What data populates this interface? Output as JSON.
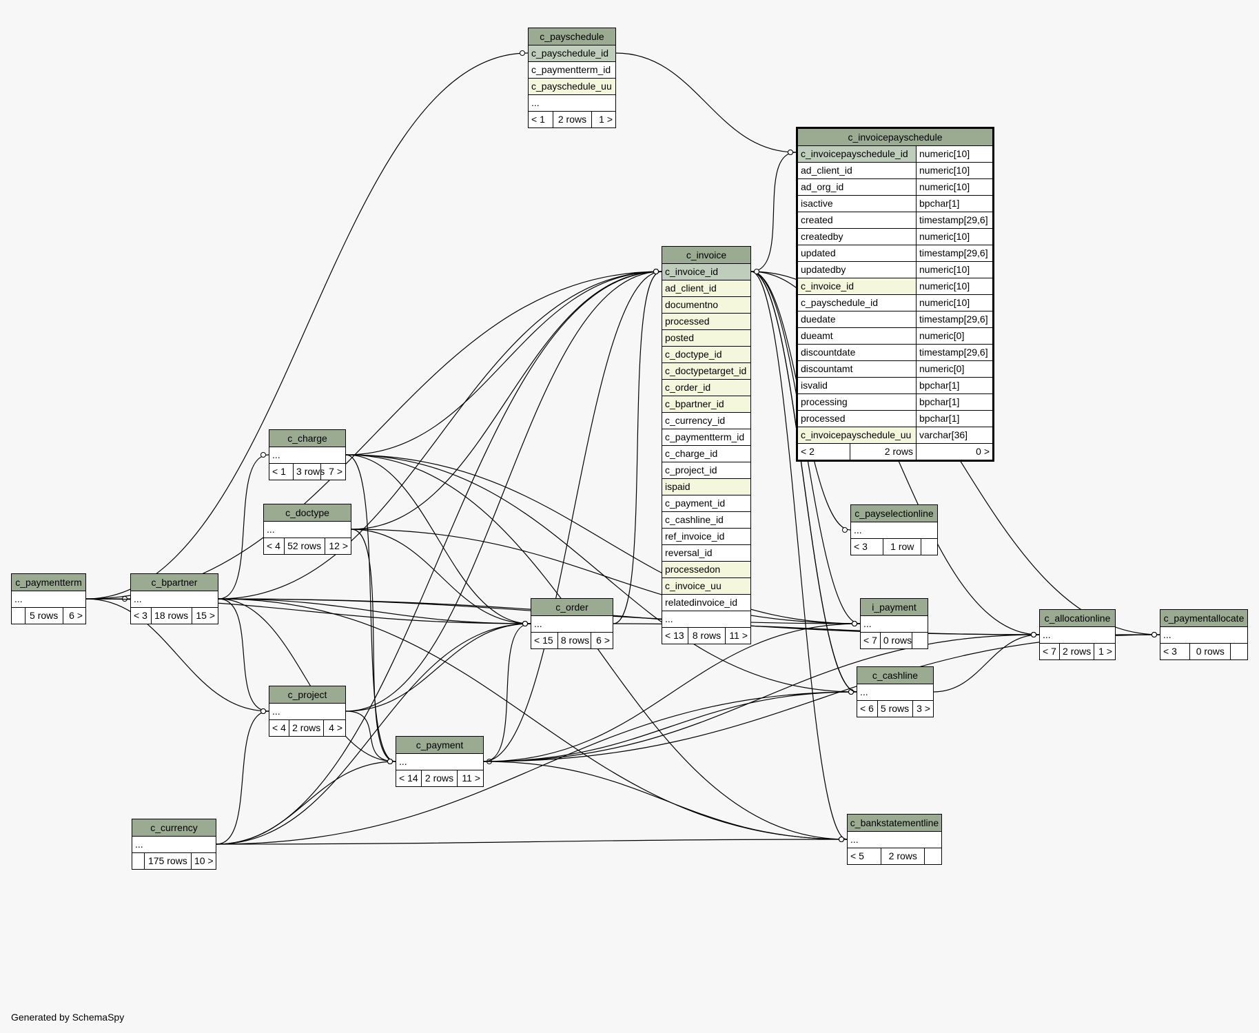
{
  "credit": "Generated by SchemaSpy",
  "tables": {
    "c_payschedule": {
      "name": "c_payschedule",
      "columns": [
        {
          "name": "c_payschedule_id",
          "style": "pk"
        },
        {
          "name": "c_paymentterm_id",
          "style": ""
        },
        {
          "name": "c_payschedule_uu",
          "style": "idx"
        },
        {
          "name": "...",
          "style": ""
        }
      ],
      "footer": [
        "< 1",
        "2 rows",
        "1 >"
      ]
    },
    "c_invoicepayschedule": {
      "name": "c_invoicepayschedule",
      "columns": [
        {
          "name": "c_invoicepayschedule_id",
          "type": "numeric[10]",
          "style": "pk"
        },
        {
          "name": "ad_client_id",
          "type": "numeric[10]",
          "style": ""
        },
        {
          "name": "ad_org_id",
          "type": "numeric[10]",
          "style": ""
        },
        {
          "name": "isactive",
          "type": "bpchar[1]",
          "style": ""
        },
        {
          "name": "created",
          "type": "timestamp[29,6]",
          "style": ""
        },
        {
          "name": "createdby",
          "type": "numeric[10]",
          "style": ""
        },
        {
          "name": "updated",
          "type": "timestamp[29,6]",
          "style": ""
        },
        {
          "name": "updatedby",
          "type": "numeric[10]",
          "style": ""
        },
        {
          "name": "c_invoice_id",
          "type": "numeric[10]",
          "style": "idx"
        },
        {
          "name": "c_payschedule_id",
          "type": "numeric[10]",
          "style": ""
        },
        {
          "name": "duedate",
          "type": "timestamp[29,6]",
          "style": ""
        },
        {
          "name": "dueamt",
          "type": "numeric[0]",
          "style": ""
        },
        {
          "name": "discountdate",
          "type": "timestamp[29,6]",
          "style": ""
        },
        {
          "name": "discountamt",
          "type": "numeric[0]",
          "style": ""
        },
        {
          "name": "isvalid",
          "type": "bpchar[1]",
          "style": ""
        },
        {
          "name": "processing",
          "type": "bpchar[1]",
          "style": ""
        },
        {
          "name": "processed",
          "type": "bpchar[1]",
          "style": ""
        },
        {
          "name": "c_invoicepayschedule_uu",
          "type": "varchar[36]",
          "style": "idx"
        }
      ],
      "footer": [
        "< 2",
        "2 rows",
        "0 >"
      ]
    },
    "c_invoice": {
      "name": "c_invoice",
      "columns": [
        {
          "name": "c_invoice_id",
          "style": "pk"
        },
        {
          "name": "ad_client_id",
          "style": "idx"
        },
        {
          "name": "documentno",
          "style": "idx"
        },
        {
          "name": "processed",
          "style": "idx"
        },
        {
          "name": "posted",
          "style": "idx"
        },
        {
          "name": "c_doctype_id",
          "style": "idx"
        },
        {
          "name": "c_doctypetarget_id",
          "style": "idx"
        },
        {
          "name": "c_order_id",
          "style": "idx"
        },
        {
          "name": "c_bpartner_id",
          "style": "idx"
        },
        {
          "name": "c_currency_id",
          "style": ""
        },
        {
          "name": "c_paymentterm_id",
          "style": ""
        },
        {
          "name": "c_charge_id",
          "style": ""
        },
        {
          "name": "c_project_id",
          "style": ""
        },
        {
          "name": "ispaid",
          "style": "idx"
        },
        {
          "name": "c_payment_id",
          "style": ""
        },
        {
          "name": "c_cashline_id",
          "style": ""
        },
        {
          "name": "ref_invoice_id",
          "style": ""
        },
        {
          "name": "reversal_id",
          "style": ""
        },
        {
          "name": "processedon",
          "style": "idx"
        },
        {
          "name": "c_invoice_uu",
          "style": "idx"
        },
        {
          "name": "relatedinvoice_id",
          "style": ""
        },
        {
          "name": "...",
          "style": ""
        }
      ],
      "footer": [
        "< 13",
        "8 rows",
        "11 >"
      ]
    },
    "c_charge": {
      "name": "c_charge",
      "columns": [
        {
          "name": "...",
          "style": ""
        }
      ],
      "footer": [
        "< 1",
        "3 rows",
        "7 >"
      ]
    },
    "c_doctype": {
      "name": "c_doctype",
      "columns": [
        {
          "name": "...",
          "style": ""
        }
      ],
      "footer": [
        "< 4",
        "52 rows",
        "12 >"
      ]
    },
    "c_paymentterm": {
      "name": "c_paymentterm",
      "columns": [
        {
          "name": "...",
          "style": ""
        }
      ],
      "footer": [
        "",
        "5 rows",
        "6 >"
      ]
    },
    "c_bpartner": {
      "name": "c_bpartner",
      "columns": [
        {
          "name": "...",
          "style": ""
        }
      ],
      "footer": [
        "< 3",
        "18 rows",
        "15 >"
      ]
    },
    "c_order": {
      "name": "c_order",
      "columns": [
        {
          "name": "...",
          "style": ""
        }
      ],
      "footer": [
        "< 15",
        "8 rows",
        "6 >"
      ]
    },
    "c_project": {
      "name": "c_project",
      "columns": [
        {
          "name": "...",
          "style": ""
        }
      ],
      "footer": [
        "< 4",
        "2 rows",
        "4 >"
      ]
    },
    "c_payment": {
      "name": "c_payment",
      "columns": [
        {
          "name": "...",
          "style": ""
        }
      ],
      "footer": [
        "< 14",
        "2 rows",
        "11 >"
      ]
    },
    "c_currency": {
      "name": "c_currency",
      "columns": [
        {
          "name": "...",
          "style": ""
        }
      ],
      "footer": [
        "",
        "175 rows",
        "10 >"
      ]
    },
    "c_payselectionline": {
      "name": "c_payselectionline",
      "columns": [
        {
          "name": "...",
          "style": ""
        }
      ],
      "footer": [
        "< 3",
        "1 row",
        ""
      ]
    },
    "i_payment": {
      "name": "i_payment",
      "columns": [
        {
          "name": "...",
          "style": ""
        }
      ],
      "footer": [
        "< 7",
        "0 rows",
        ""
      ]
    },
    "c_cashline": {
      "name": "c_cashline",
      "columns": [
        {
          "name": "...",
          "style": ""
        }
      ],
      "footer": [
        "< 6",
        "5 rows",
        "3 >"
      ]
    },
    "c_allocationline": {
      "name": "c_allocationline",
      "columns": [
        {
          "name": "...",
          "style": ""
        }
      ],
      "footer": [
        "< 7",
        "2 rows",
        "1 >"
      ]
    },
    "c_paymentallocate": {
      "name": "c_paymentallocate",
      "columns": [
        {
          "name": "...",
          "style": ""
        }
      ],
      "footer": [
        "< 3",
        "0 rows",
        ""
      ]
    },
    "c_bankstatementline": {
      "name": "c_bankstatementline",
      "columns": [
        {
          "name": "...",
          "style": ""
        }
      ],
      "footer": [
        "< 5",
        "2 rows",
        ""
      ]
    }
  },
  "relationships": [
    [
      "c_paymentterm",
      "c_payschedule"
    ],
    [
      "c_paymentterm",
      "c_bpartner"
    ],
    [
      "c_paymentterm",
      "c_invoice"
    ],
    [
      "c_paymentterm",
      "c_order"
    ],
    [
      "c_paymentterm",
      "c_project"
    ],
    [
      "c_payschedule",
      "c_invoicepayschedule"
    ],
    [
      "c_invoice",
      "c_invoicepayschedule"
    ],
    [
      "c_invoice",
      "c_payselectionline"
    ],
    [
      "c_invoice",
      "i_payment"
    ],
    [
      "c_invoice",
      "c_cashline"
    ],
    [
      "c_invoice",
      "c_allocationline"
    ],
    [
      "c_invoice",
      "c_paymentallocate"
    ],
    [
      "c_invoice",
      "c_bankstatementline"
    ],
    [
      "c_doctype",
      "c_invoice"
    ],
    [
      "c_doctype",
      "c_order"
    ],
    [
      "c_doctype",
      "c_payment"
    ],
    [
      "c_doctype",
      "i_payment"
    ],
    [
      "c_order",
      "c_invoice"
    ],
    [
      "c_order",
      "c_payment"
    ],
    [
      "c_order",
      "c_allocationline"
    ],
    [
      "c_bpartner",
      "c_invoice"
    ],
    [
      "c_bpartner",
      "c_order"
    ],
    [
      "c_bpartner",
      "c_payment"
    ],
    [
      "c_bpartner",
      "c_project"
    ],
    [
      "c_bpartner",
      "c_charge"
    ],
    [
      "c_bpartner",
      "i_payment"
    ],
    [
      "c_bpartner",
      "c_allocationline"
    ],
    [
      "c_bpartner",
      "c_bankstatementline"
    ],
    [
      "c_currency",
      "c_invoice"
    ],
    [
      "c_currency",
      "c_order"
    ],
    [
      "c_currency",
      "c_payment"
    ],
    [
      "c_currency",
      "c_project"
    ],
    [
      "c_currency",
      "c_cashline"
    ],
    [
      "c_currency",
      "c_bankstatementline"
    ],
    [
      "c_charge",
      "c_invoice"
    ],
    [
      "c_charge",
      "c_order"
    ],
    [
      "c_charge",
      "c_payment"
    ],
    [
      "c_charge",
      "i_payment"
    ],
    [
      "c_charge",
      "c_cashline"
    ],
    [
      "c_charge",
      "c_bankstatementline"
    ],
    [
      "c_project",
      "c_invoice"
    ],
    [
      "c_project",
      "c_order"
    ],
    [
      "c_project",
      "c_payment"
    ],
    [
      "c_payment",
      "c_invoice"
    ],
    [
      "c_payment",
      "i_payment"
    ],
    [
      "c_payment",
      "c_cashline"
    ],
    [
      "c_payment",
      "c_allocationline"
    ],
    [
      "c_payment",
      "c_paymentallocate"
    ],
    [
      "c_payment",
      "c_bankstatementline"
    ],
    [
      "c_cashline",
      "c_invoice"
    ],
    [
      "c_cashline",
      "c_allocationline"
    ],
    [
      "c_allocationline",
      "c_paymentallocate"
    ]
  ]
}
